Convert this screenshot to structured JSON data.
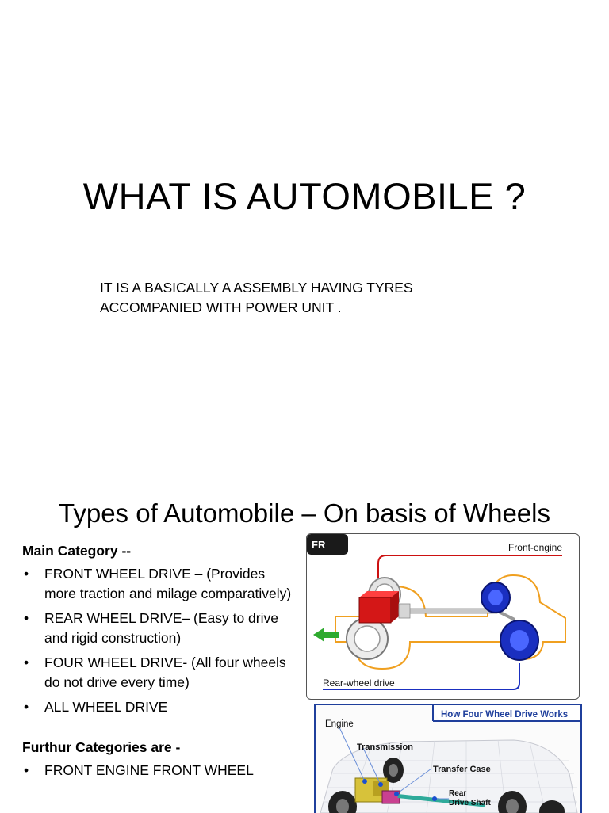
{
  "slide1": {
    "title": "WHAT IS AUTOMOBILE ?",
    "subtitle_lines": [
      "IT IS A BASICALLY A ASSEMBLY HAVING TYRES",
      "ACCOMPANIED WITH POWER UNIT ."
    ]
  },
  "slide2": {
    "title": "Types of Automobile – On basis of Wheels",
    "main_heading": "Main Category --",
    "main_items": [
      "FRONT WHEEL DRIVE – (Provides more traction and milage comparatively)",
      "REAR WHEEL DRIVE– (Easy to drive and rigid construction)",
      "FOUR WHEEL DRIVE- (All four wheels do not drive every time)",
      "ALL WHEEL DRIVE"
    ],
    "further_heading": "Furthur Categories are -",
    "further_items": [
      "FRONT ENGINE FRONT WHEEL"
    ],
    "bullet": "•",
    "diagram_fr": {
      "badge": "FR",
      "front_label": "Front-engine",
      "rear_label": "Rear-wheel drive"
    },
    "diagram_4wd": {
      "banner": "How Four Wheel Drive Works",
      "labels": [
        "Engine",
        "Transmission",
        "Transfer Case",
        "Rear",
        "Drive Shaft"
      ]
    }
  },
  "colors": {
    "accent_red": "#cc1111",
    "accent_blue": "#1a2fc0",
    "frame_orange": "#f0a020",
    "banner_blue": "#1f3f9c"
  }
}
